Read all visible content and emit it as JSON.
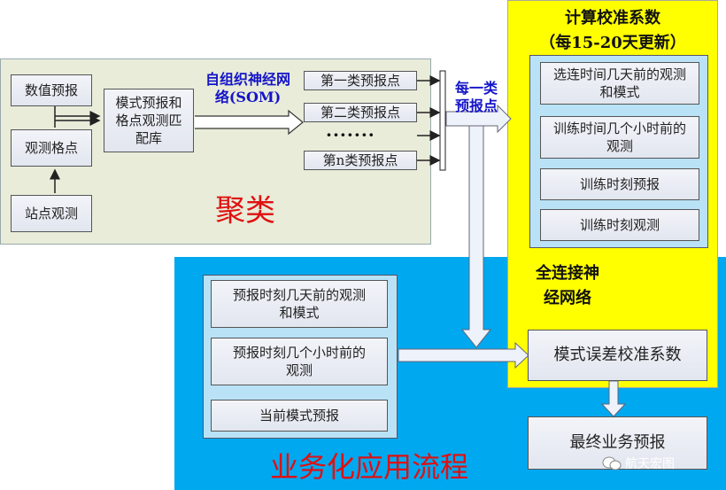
{
  "colors": {
    "clustering_bg": "#e8ecd9",
    "operational_bg": "#00a8f0",
    "calibration_bg": "#ffff00",
    "inner_panel_bg": "#b9e2f7",
    "red_label": "#e01010",
    "blue_label": "#1414c8"
  },
  "clustering": {
    "section_label": "聚类",
    "numeric_forecast": "数值预报",
    "obs_grid": "观测格点",
    "station_obs": "站点观测",
    "match_lib": "模式预报和格点观测匹配库",
    "som_label": "自组织神经网络(SOM)",
    "class1": "第一类预报点",
    "class2": "第二类预报点",
    "ellipsis": "·······",
    "classn": "第n类预报点",
    "each_class": "每一类预报点"
  },
  "calibration": {
    "title_line1": "计算校准系数",
    "title_line2": "（每15-20天更新）",
    "item1": "选连时间几天前的观测和模式",
    "item2": "训练时间几个小时前的观测",
    "item3": "训练时刻预报",
    "item4": "训练时刻观测",
    "fcn_label": "全连接神经网络",
    "coefficient": "模式误差校准系数"
  },
  "operational": {
    "section_label": "业务化应用流程",
    "item1": "预报时刻几天前的观测和模式",
    "item2": "预报时刻几个小时前的观测",
    "item3": "当前模式预报",
    "final": "最终业务预报"
  },
  "watermark": {
    "text": "航天宏图",
    "icon": "wechat-icon"
  }
}
